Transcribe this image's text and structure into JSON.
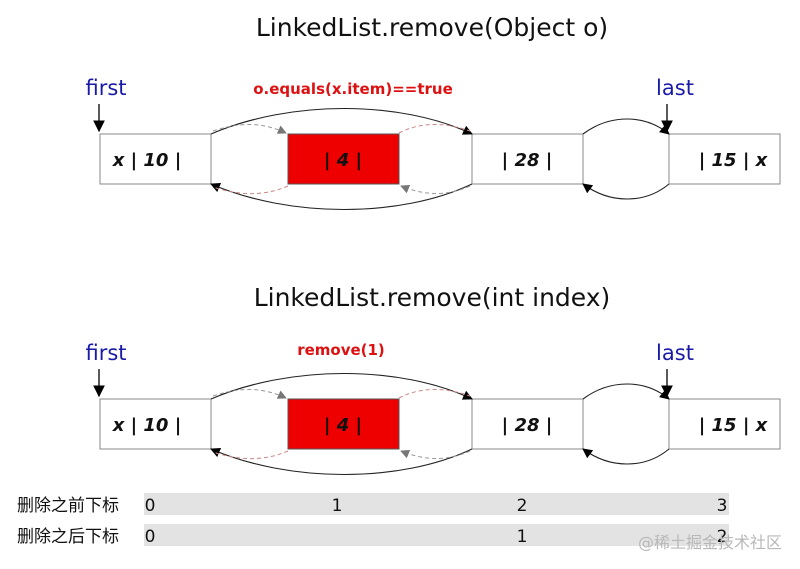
{
  "diagrams": [
    {
      "title": "LinkedList.remove(Object o)",
      "first_label": "first",
      "last_label": "last",
      "condition": "o.equals(x.item)==true",
      "nodes": [
        "x | 10 |",
        "| 4 |",
        "| 28 |",
        "| 15 | x"
      ]
    },
    {
      "title": "LinkedList.remove(int index)",
      "first_label": "first",
      "last_label": "last",
      "condition": "remove(1)",
      "nodes": [
        "x | 10 |",
        "| 4 |",
        "| 28 |",
        "| 15 | x"
      ]
    }
  ],
  "index_table": {
    "before": {
      "label": "删除之前下标",
      "values": [
        "0",
        "1",
        "2",
        "3"
      ]
    },
    "after": {
      "label": "删除之后下标",
      "values": [
        "0",
        "",
        "1",
        "2"
      ]
    }
  },
  "watermark": "@稀土掘金技术社区",
  "colors": {
    "removed_node_fill": "#ee0000",
    "node_fill": "#ffffff",
    "pointer_text": "#1a1aa8",
    "condition_text": "#dd1111",
    "index_bar": "#e3e3e3"
  }
}
